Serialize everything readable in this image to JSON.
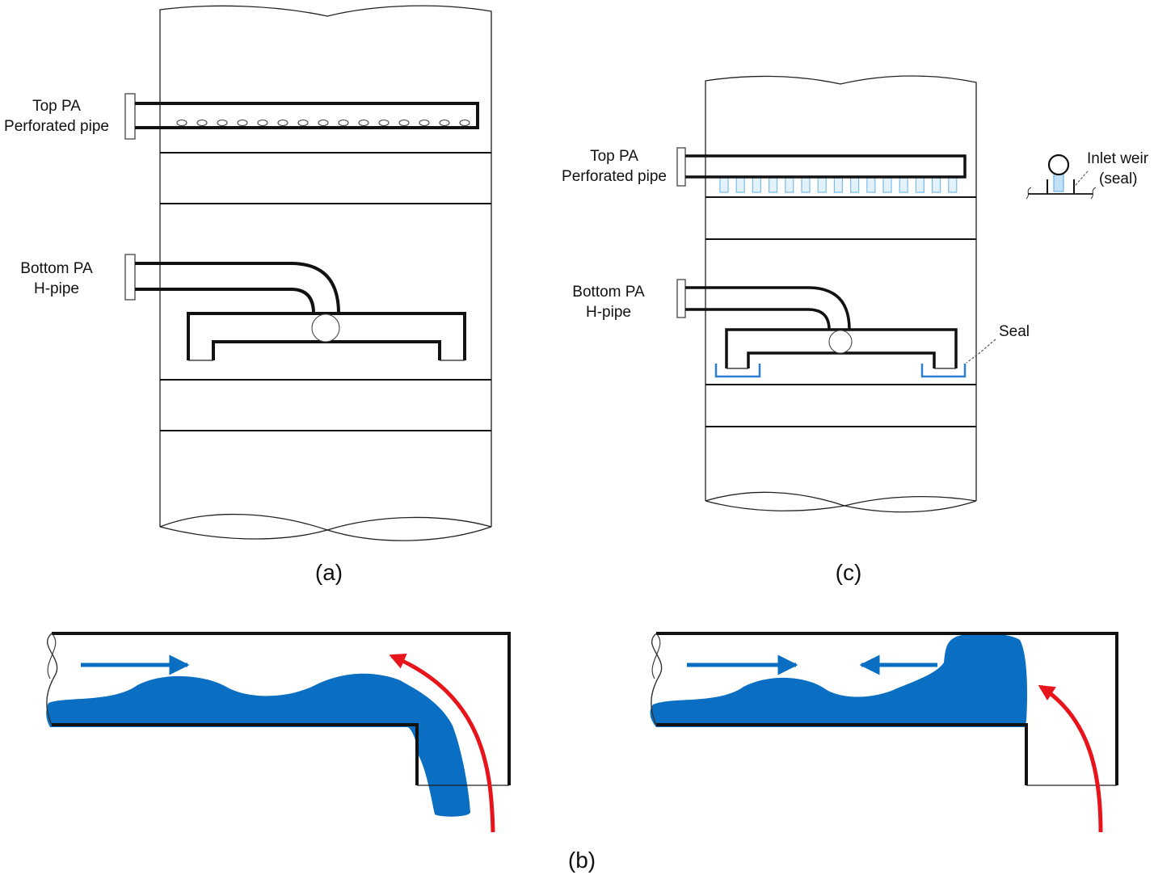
{
  "panel_a": {
    "caption": "(a)",
    "top_label_line1": "Top PA",
    "top_label_line2": "Perforated pipe",
    "bottom_label_line1": "Bottom PA",
    "bottom_label_line2": "H-pipe"
  },
  "panel_c": {
    "caption": "(c)",
    "top_label_line1": "Top PA",
    "top_label_line2": "Perforated pipe",
    "bottom_label_line1": "Bottom PA",
    "bottom_label_line2": "H-pipe",
    "inlet_label_line1": "Inlet weir",
    "inlet_label_line2": "(seal)",
    "seal_label": "Seal"
  },
  "panel_b": {
    "caption": "(b)"
  },
  "colors": {
    "liquid": "#0a6fc2",
    "vapor_arrow": "#e8141c",
    "seal_outline": "#2a7fd0",
    "weir_fill": "#bfe0f7"
  }
}
